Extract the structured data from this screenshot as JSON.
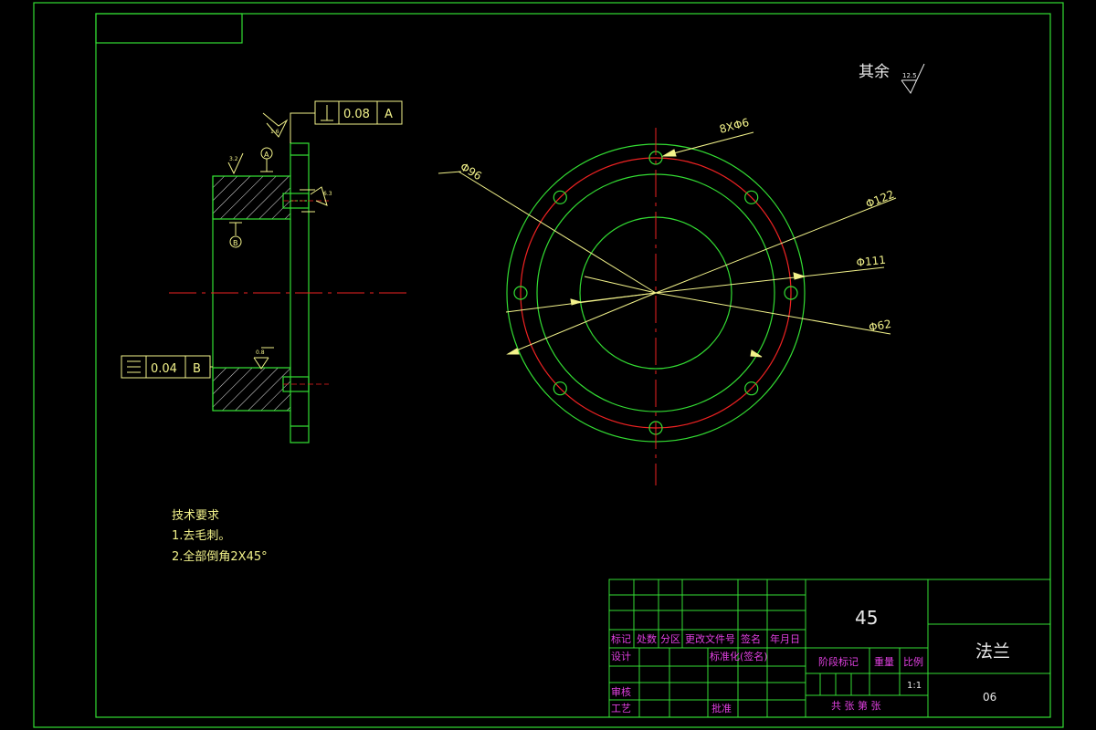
{
  "drawing": {
    "surface_finish_note": "其余",
    "surface_finish_other_value": "12.5",
    "colors": {
      "background": "#000000",
      "outline": "#33dd33",
      "center_line": "#ee2222",
      "dimension": "#f2f28a",
      "title_text": "#e040e0"
    }
  },
  "section_view": {
    "perpendicularity": {
      "value": "0.08",
      "datum": "A"
    },
    "parallelism": {
      "value": "0.04",
      "datum": "B"
    },
    "datum_a": "A",
    "datum_b": "B",
    "roughness_top": "1.6",
    "roughness_left": "3.2",
    "roughness_bore": "0.8",
    "roughness_right": "6.3"
  },
  "front_view": {
    "dim_holes": "8XΦ6",
    "dim_d96": "Φ96",
    "dim_d122": "Φ122",
    "dim_d111": "Φ111",
    "dim_d62": "Φ62"
  },
  "tech_requirements": {
    "title": "技术要求",
    "items": [
      "1.去毛刺。",
      "2.全部倒角2X45°"
    ]
  },
  "title_block": {
    "material": "45",
    "part_name": "法兰",
    "drawing_number": "06",
    "scale": "1:1",
    "headers": {
      "mark": "标记",
      "count": "处数",
      "zone": "分区",
      "change_doc": "更改文件号",
      "signature": "签名",
      "date": "年月日",
      "design": "设计",
      "standardization": "标准化",
      "signature_paren": "(签名)",
      "stage_mark": "阶段标记",
      "weight": "重量",
      "ratio": "比例",
      "review": "审核",
      "process": "工艺",
      "approve": "批准",
      "sheets": "共  张 第  张"
    }
  }
}
